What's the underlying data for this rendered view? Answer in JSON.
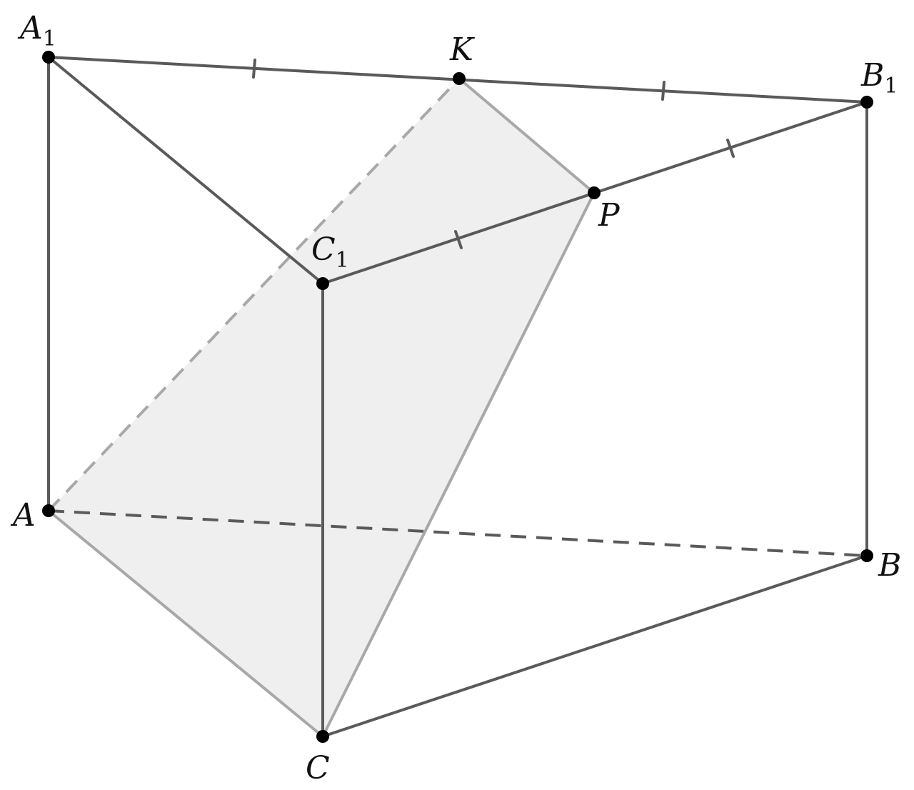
{
  "diagram": {
    "vertices": {
      "A1": {
        "letter": "A",
        "sub": "1"
      },
      "K": {
        "letter": "K",
        "sub": ""
      },
      "B1": {
        "letter": "B",
        "sub": "1"
      },
      "P": {
        "letter": "P",
        "sub": ""
      },
      "C1": {
        "letter": "C",
        "sub": "1"
      },
      "A": {
        "letter": "A",
        "sub": ""
      },
      "B": {
        "letter": "B",
        "sub": ""
      },
      "C": {
        "letter": "C",
        "sub": ""
      }
    },
    "colors": {
      "edge": "#5a5a5a",
      "section_edge": "#a8a8a8",
      "section_fill": "#efefef",
      "vertex": "#000000"
    }
  }
}
